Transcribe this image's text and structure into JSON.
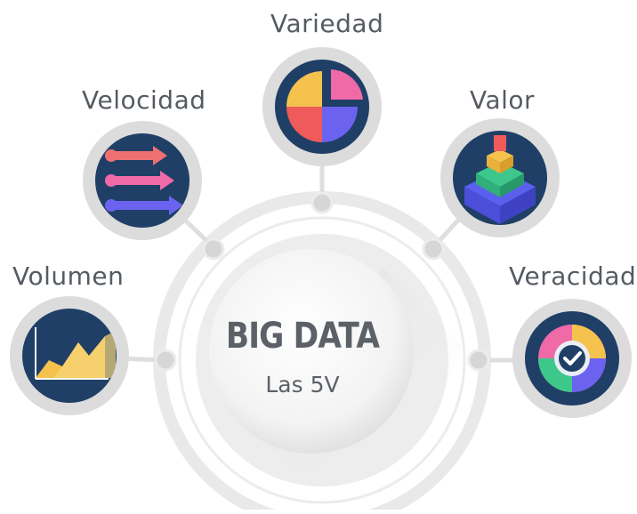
{
  "center": {
    "title": "BIG DATA",
    "subtitle": "Las 5V"
  },
  "items": [
    {
      "key": "variedad",
      "label": "Variedad",
      "icon": "pie-quadrants-icon"
    },
    {
      "key": "velocidad",
      "label": "Velocidad",
      "icon": "speed-arrows-icon"
    },
    {
      "key": "valor",
      "label": "Valor",
      "icon": "stacked-pyramid-icon"
    },
    {
      "key": "volumen",
      "label": "Volumen",
      "icon": "area-chart-icon"
    },
    {
      "key": "veracidad",
      "label": "Veracidad",
      "icon": "gear-check-icon"
    }
  ],
  "colors": {
    "icon_bg": "#1f3f66",
    "ring": "#e6e6e6",
    "node": "#d4d4d4",
    "text": "#555b62"
  }
}
